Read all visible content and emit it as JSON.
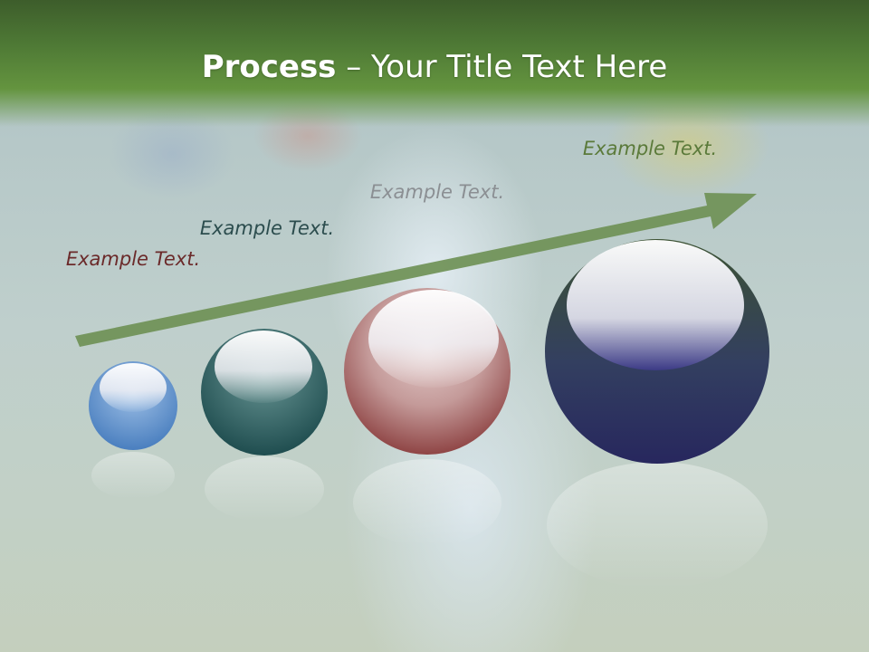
{
  "slide": {
    "title_bold": "Process",
    "title_rest": " – Your Title Text Here"
  },
  "steps": [
    {
      "label": "Example Text.",
      "color": "#6b2a2a",
      "sphere_color": "#5b8ec7"
    },
    {
      "label": "Example Text.",
      "color": "#2c4d4e",
      "sphere_color": "#2d5f5f"
    },
    {
      "label": "Example Text.",
      "color": "#8b8f93",
      "sphere_color": "#9c4a4a"
    },
    {
      "label": "Example Text.",
      "color": "#5b7a3a",
      "sphere_color": "#2a2c66"
    }
  ],
  "colors": {
    "header_green": "#4e7935",
    "arrow_green": "#6f9156"
  },
  "icons": [
    "progress-arrow",
    "sphere"
  ]
}
